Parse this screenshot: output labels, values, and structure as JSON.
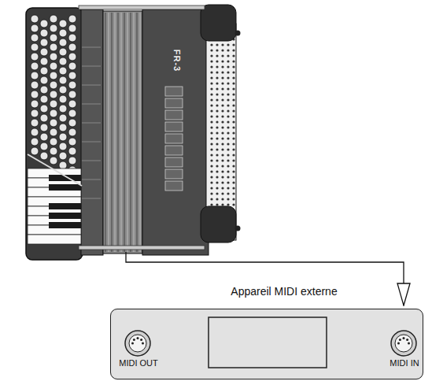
{
  "diagram": {
    "nodes": [
      {
        "text": [
          "FR-3"
        ]
      },
      {
        "text": [
          "Appareil MIDI externe",
          "MIDI OUT",
          "MIDI IN"
        ]
      }
    ],
    "edges": [
      {
        "from": 0,
        "to": 1,
        "arrow": "to"
      }
    ]
  }
}
